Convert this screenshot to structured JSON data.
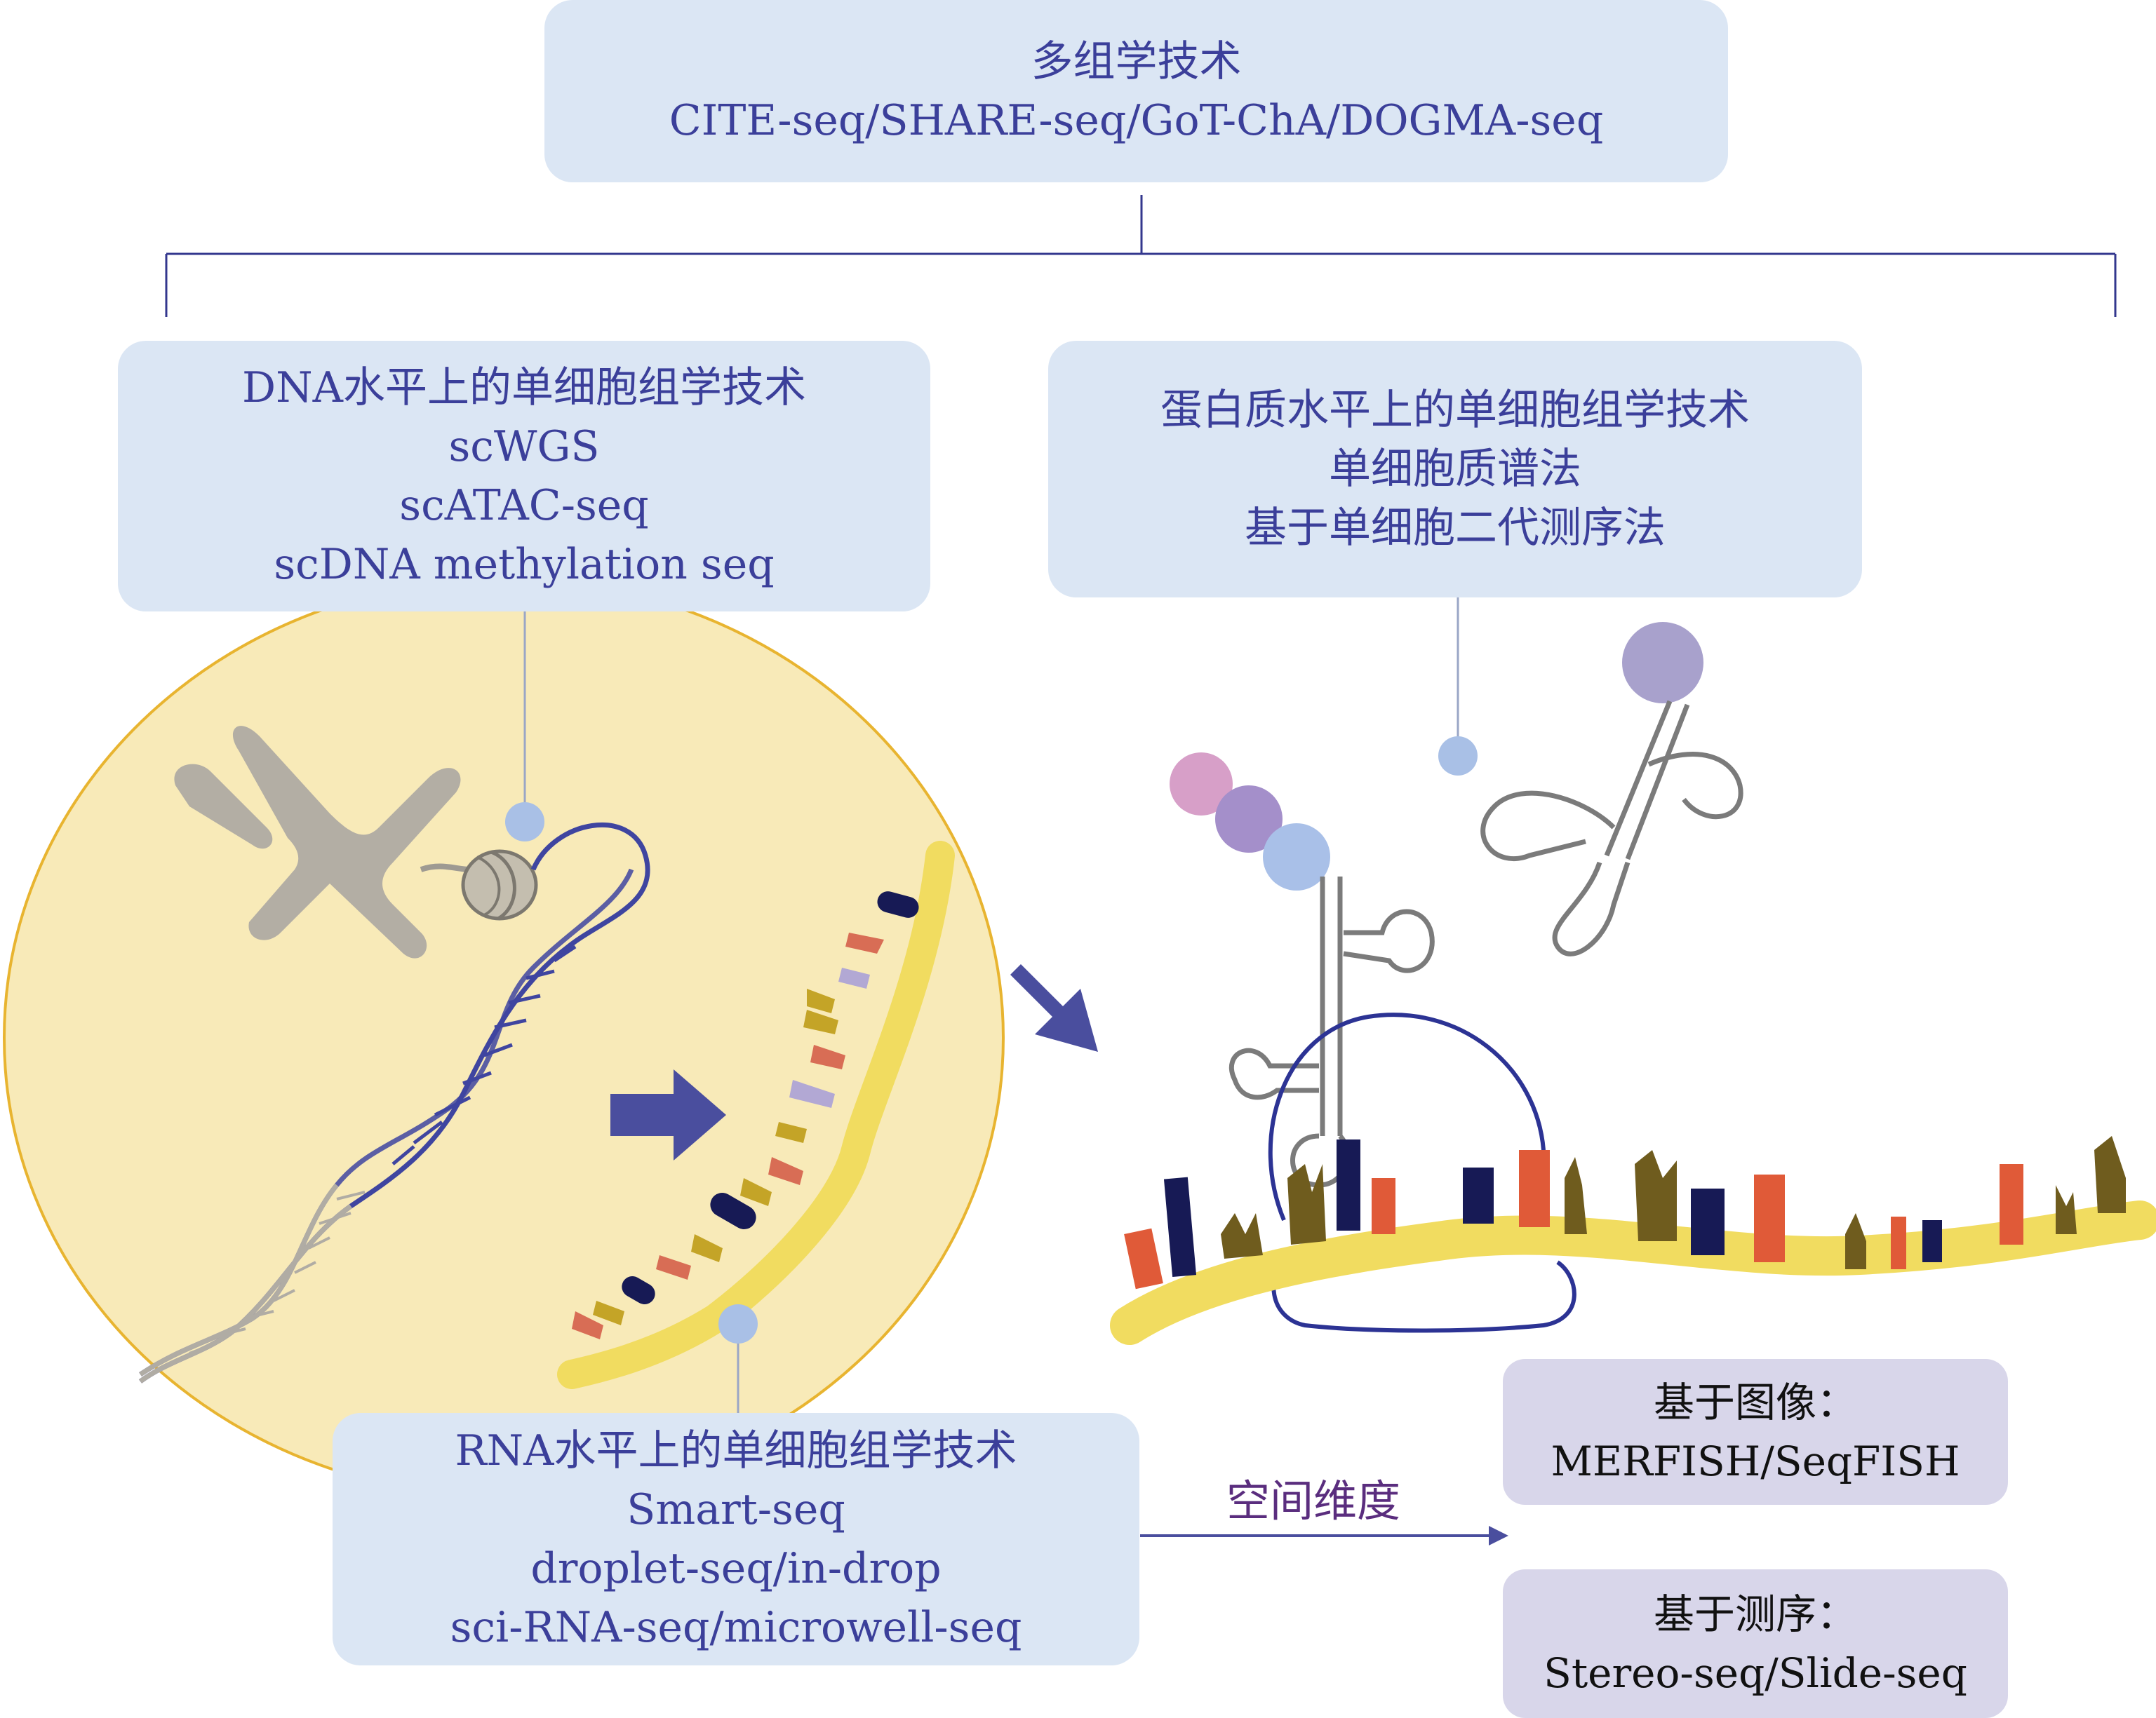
{
  "top_box": {
    "title": "多组学技术",
    "methods": "CITE-seq/SHARE-seq/GoT-ChA/DOGMA-seq"
  },
  "dna_box": {
    "title": "DNA水平上的单细胞组学技术",
    "items": [
      "scWGS",
      "scATAC-seq",
      "scDNA methylation seq"
    ]
  },
  "protein_box": {
    "title": "蛋白质水平上的单细胞组学技术",
    "items": [
      "单细胞质谱法",
      "基于单细胞二代测序法"
    ]
  },
  "rna_box": {
    "title": "RNA水平上的单细胞组学技术",
    "items": [
      "Smart-seq",
      "droplet-seq/in-drop",
      "sci-RNA-seq/microwell-seq"
    ]
  },
  "spatial": {
    "label": "空间维度",
    "image_box": {
      "title": "基于图像：",
      "methods": "MERFISH/SeqFISH"
    },
    "seq_box": {
      "title": "基于测序：",
      "methods": "Stereo-seq/Slide-seq"
    }
  },
  "colors": {
    "box_blue": "#dbe6f4",
    "box_purple": "#d8d6ea",
    "text_blue": "#3b3f9a",
    "cell_fill": "#f8eab8",
    "cell_border": "#e8b430",
    "strand_yellow": "#f1dc60",
    "dna_blue": "#3f45a0",
    "arrow": "#4a4e9e",
    "connector": "#33378e"
  },
  "icons": [
    "chromosome-icon",
    "nucleosome-icon",
    "dna-helix-icon",
    "rna-strand-icon",
    "ribosome-icon",
    "trna-icon",
    "arrow-icon"
  ]
}
